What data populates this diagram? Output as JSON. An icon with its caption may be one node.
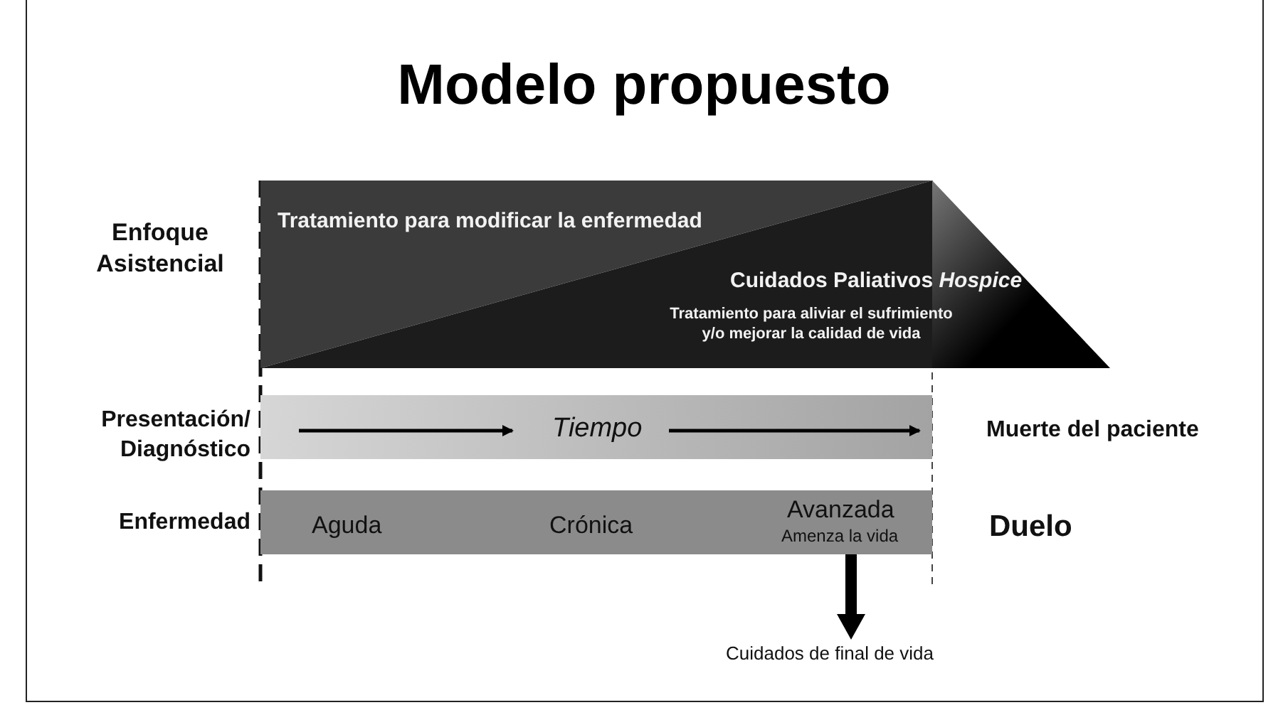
{
  "diagram": {
    "title": "Modelo propuesto",
    "nodes": [
      {
        "text": [
          "Tratamiento para modificar la enfermedad"
        ]
      },
      {
        "text": [
          "Cuidados Paliativos *Hospice*",
          "Tratamiento para aliviar el sufrimiento y/o mejorar la calidad de vida"
        ]
      },
      {
        "text": [
          "Tiempo"
        ]
      },
      {
        "text": [
          "Aguda",
          "Crónica",
          "Avanzada",
          "Amenza la vida"
        ]
      },
      {
        "text": [
          "Cuidados de final de vida"
        ]
      }
    ],
    "edges": [
      {
        "from": 3,
        "to": 4,
        "arrow": "to"
      }
    ],
    "labels": [
      "Enfoque Asistencial",
      "Presentación/ Diagnóstico",
      "Muerte del paciente",
      "Enfermedad",
      "Duelo"
    ]
  }
}
